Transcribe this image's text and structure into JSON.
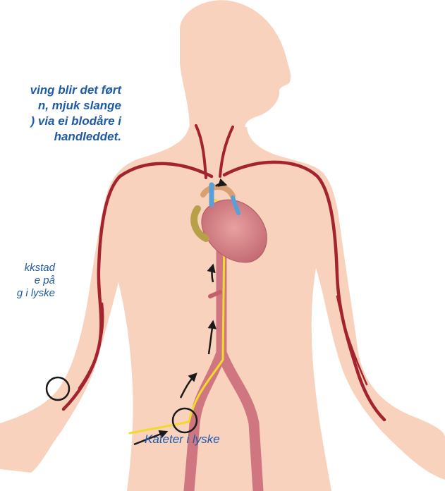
{
  "captions": {
    "top_lines": [
      "ving blir det ført",
      "n, mjuk slange",
      ") via ei blodåre i",
      "handleddet."
    ],
    "middle_lines": [
      "kkstad",
      "e på",
      "g i lyske"
    ],
    "groin_label": "Kateter i lyske"
  },
  "colors": {
    "skin": "#f8d2bd",
    "artery": "#a3232e",
    "catheter": "#f1da2a",
    "caption_text": "#1f5aa6",
    "marker": "#1a1a1a"
  },
  "icons": [
    "heart-icon",
    "arrow-up-icon",
    "marker-circle-icon",
    "pointer-arrow-icon"
  ]
}
